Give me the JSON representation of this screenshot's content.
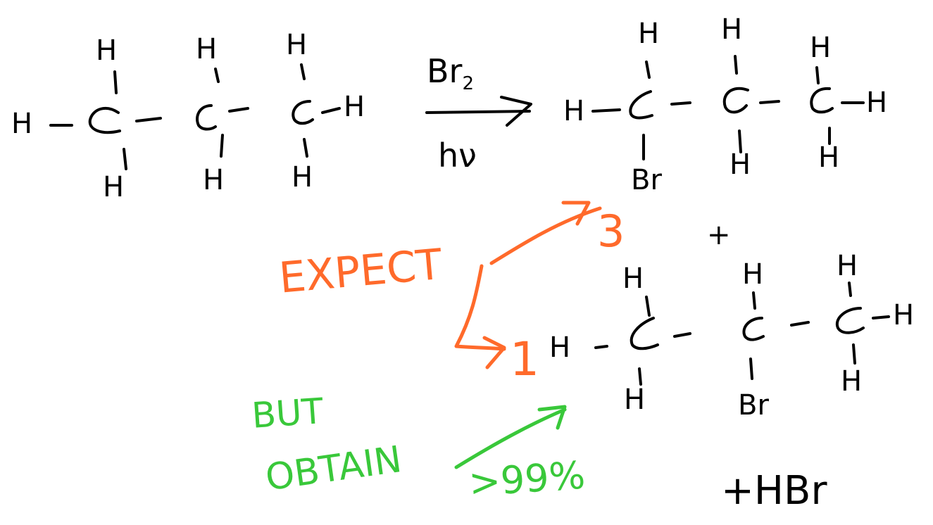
{
  "colors": {
    "ink": "#000000",
    "expect": "#ff6a2b",
    "obtain": "#39c83a"
  },
  "reactant": {
    "left_h": "H",
    "right_h": "H",
    "top_h": [
      "H",
      "H",
      "H"
    ],
    "bottom_h": [
      "H",
      "H",
      "H"
    ]
  },
  "conditions": {
    "reagent": "Br",
    "reagent_sub": "2",
    "light": "hν"
  },
  "product1": {
    "left_h": "H",
    "right_h": "H",
    "top_h": [
      "H",
      "H",
      "H"
    ],
    "bottom": [
      "Br",
      "H",
      "H"
    ]
  },
  "plus_between": "+",
  "product2": {
    "left_h": "H",
    "right_h": "H",
    "top_h": [
      "H",
      "H",
      "H"
    ],
    "bottom": [
      "H",
      "Br",
      "H"
    ]
  },
  "byproduct": "+HBr",
  "annotations": {
    "expect_label": "EXPECT",
    "expect_ratio_1": "3",
    "expect_ratio_2": "1",
    "but_label": "BUT",
    "obtain_label": "OBTAIN",
    "obtain_value": ">99%"
  }
}
